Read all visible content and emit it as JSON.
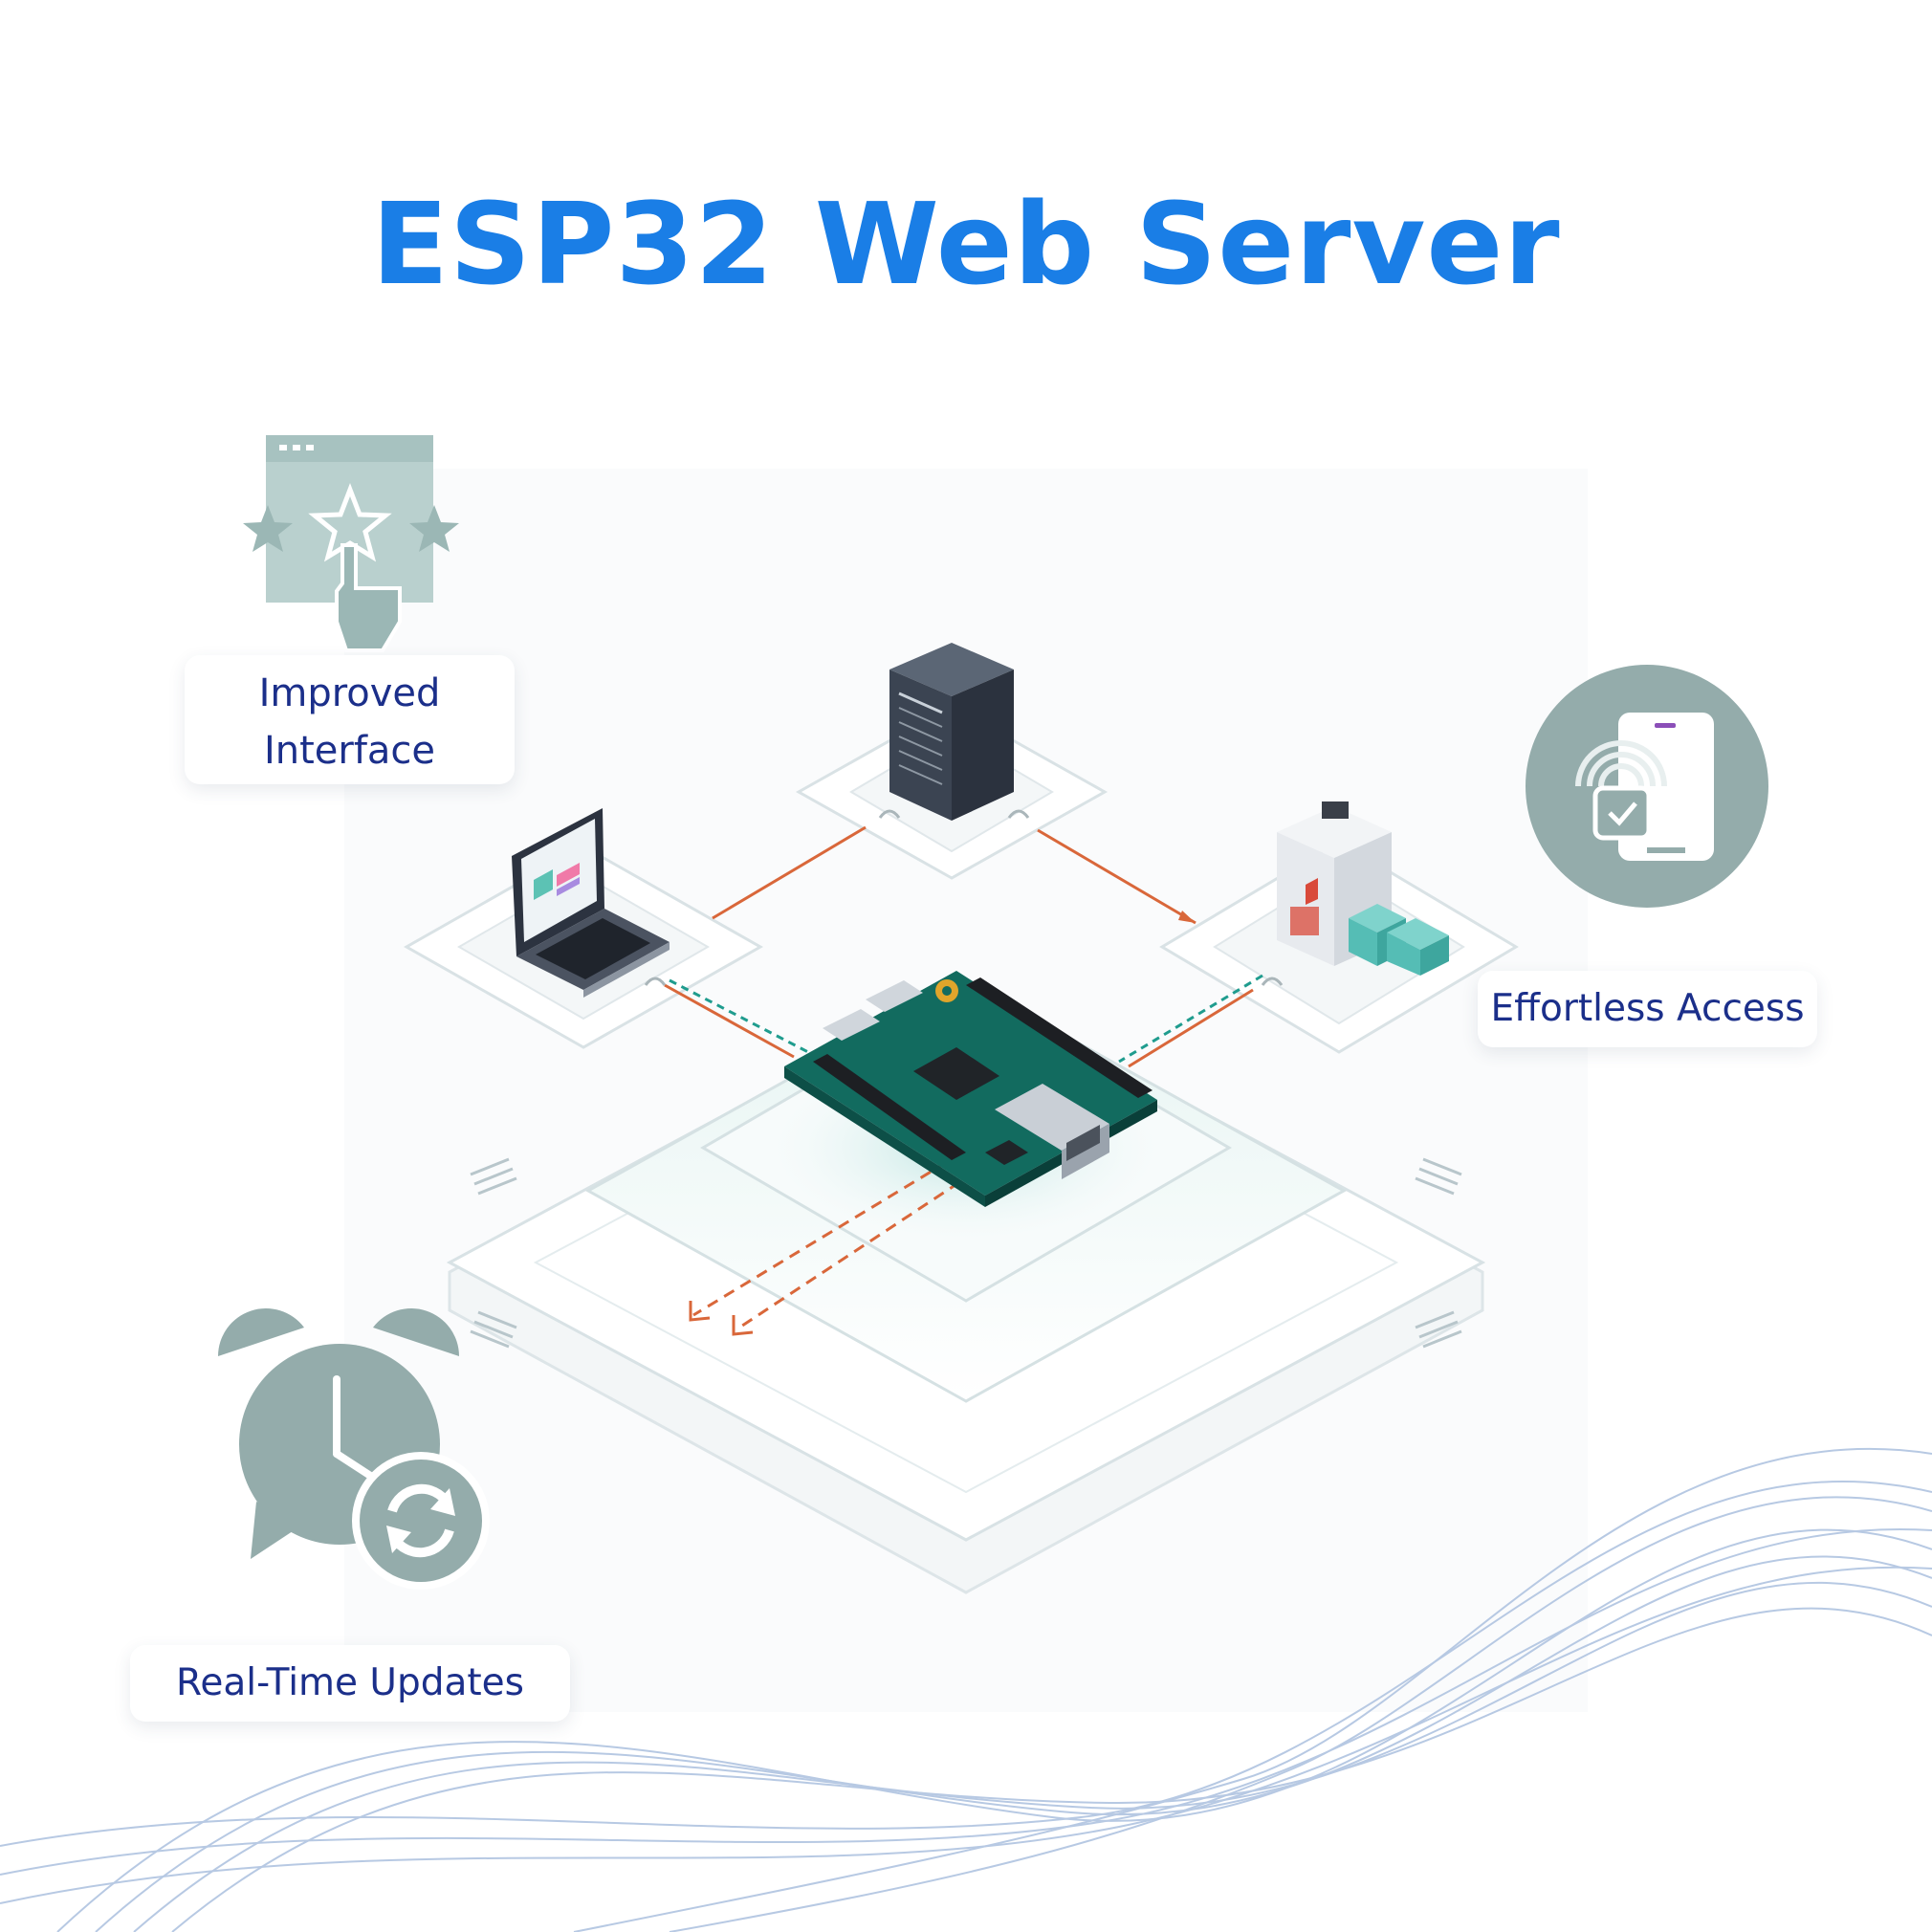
{
  "title": "ESP32 Web Server",
  "features": {
    "improved_interface": {
      "line1": "Improved",
      "line2": "Interface",
      "icon": "rating-interface-icon"
    },
    "effortless_access": {
      "label": "Effortless Access",
      "icon": "secure-phone-icon"
    },
    "realtime_updates": {
      "label": "Real-Time Updates",
      "icon": "alarm-refresh-icon"
    }
  },
  "nodes": [
    "laptop",
    "server",
    "cloud-storage",
    "esp32-board"
  ],
  "colors": {
    "title": "#1a7ee6",
    "label": "#1b2f8a",
    "icon": "#9bb7b5",
    "link_orange": "#d9673a",
    "link_teal": "#1f9c8e"
  }
}
